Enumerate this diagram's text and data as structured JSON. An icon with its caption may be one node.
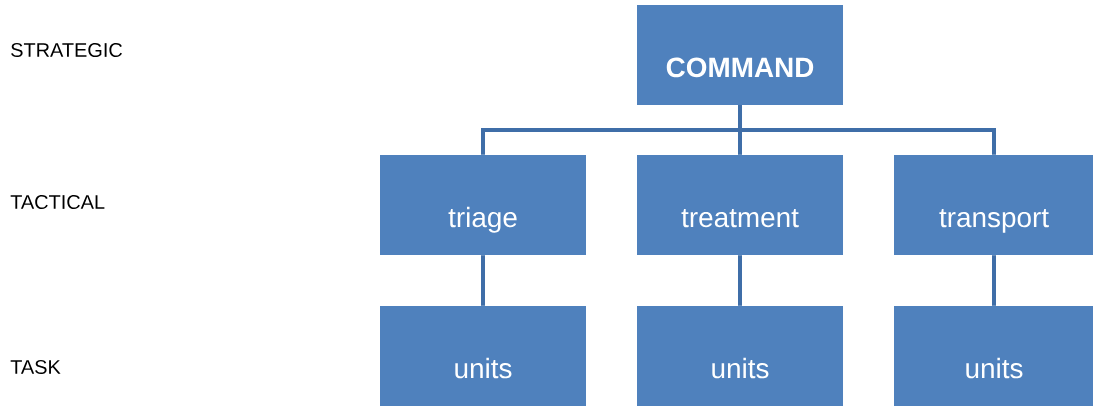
{
  "diagram": {
    "nodes": [
      {
        "text": [
          "COMMAND"
        ]
      },
      {
        "text": [
          "triage"
        ]
      },
      {
        "text": [
          "treatment"
        ]
      },
      {
        "text": [
          "transport"
        ]
      },
      {
        "text": [
          "units"
        ]
      },
      {
        "text": [
          "units"
        ]
      },
      {
        "text": [
          "units"
        ]
      }
    ],
    "edges": [
      {
        "from": 0,
        "to": 1,
        "arrow": "none"
      },
      {
        "from": 0,
        "to": 2,
        "arrow": "none"
      },
      {
        "from": 0,
        "to": 3,
        "arrow": "none"
      },
      {
        "from": 1,
        "to": 4,
        "arrow": "none"
      },
      {
        "from": 2,
        "to": 5,
        "arrow": "none"
      },
      {
        "from": 3,
        "to": 6,
        "arrow": "none"
      }
    ],
    "labels": [
      "STRATEGIC",
      "TACTICAL",
      "TASK"
    ]
  }
}
